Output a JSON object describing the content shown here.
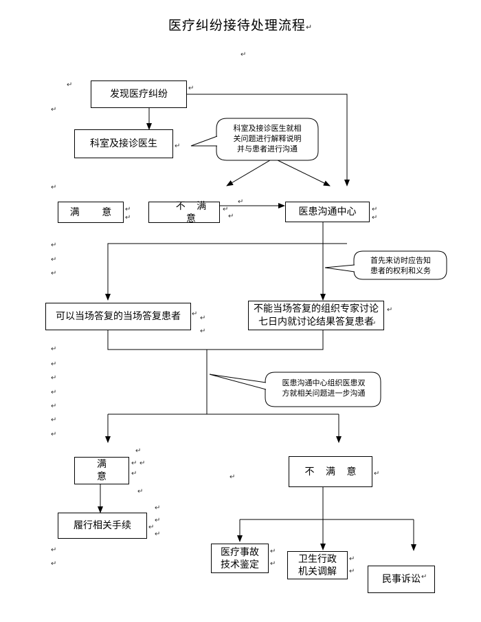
{
  "title": "医疗纠纷接待处理流程",
  "nodes": {
    "discover": "发现医疗纠纷",
    "department_doctor": "科室及接诊医生",
    "satisfied_1": "满  意",
    "unsatisfied_1": "不 满 意",
    "communication_center": "医患沟通中心",
    "answer_on_spot": "可以当场答复的当场答复患者",
    "expert_discussion_line1": "不能当场答复的组织专家讨论",
    "expert_discussion_line2": "七日内就讨论结果答复患者",
    "satisfied_2": "满  意",
    "unsatisfied_2": "不 满 意",
    "procedures": "履行相关手续",
    "technical_appraisal_line1": "医疗事故",
    "technical_appraisal_line2": "技术鉴定",
    "health_admin_line1": "卫生行政",
    "health_admin_line2": "机关调解",
    "civil_litigation": "民事诉讼"
  },
  "callouts": {
    "explain_line1": "科室及接诊医生就相",
    "explain_line2": "关问题进行解释说明",
    "explain_line3": "并与患者进行沟通",
    "inform_line1": "首先来访时应告知",
    "inform_line2": "患者的权利和义务",
    "further_line1": "医患沟通中心组织医患双",
    "further_line2": "方就相关问题进一步沟通"
  },
  "paragraph_mark": "↵"
}
